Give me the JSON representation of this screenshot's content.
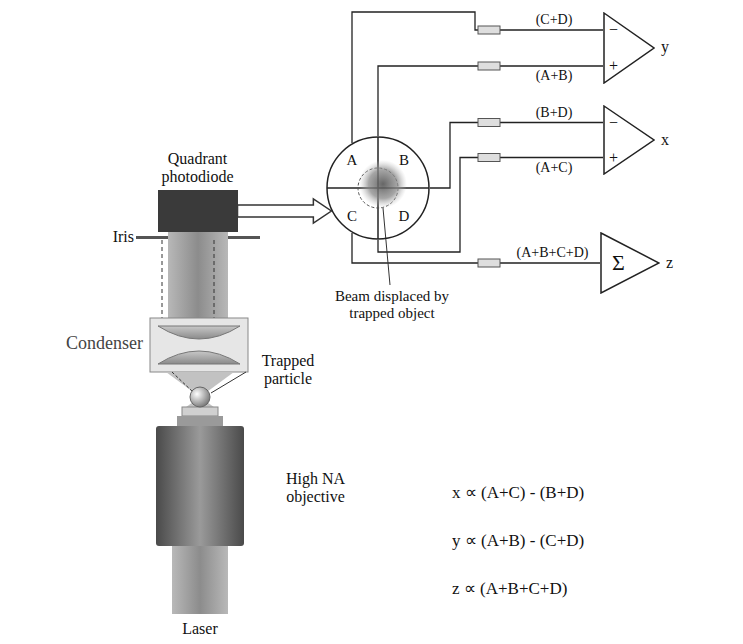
{
  "diagram": {
    "nodes": [
      {
        "text": [
          "Quadrant photodiode"
        ]
      },
      {
        "text": [
          "A",
          "B",
          "C",
          "D"
        ]
      },
      {
        "text": [
          "−",
          "+"
        ]
      },
      {
        "text": [
          "−",
          "+"
        ]
      },
      {
        "text": [
          "Σ"
        ]
      }
    ],
    "edges": [
      {
        "from": 0,
        "to": 1,
        "arrow": "to"
      },
      {
        "from": 1,
        "to": 2,
        "label": "(C+D)",
        "arrow": "none"
      },
      {
        "from": 1,
        "to": 2,
        "label": "(A+B)",
        "arrow": "none"
      },
      {
        "from": 1,
        "to": 3,
        "label": "(B+D)",
        "arrow": "none"
      },
      {
        "from": 1,
        "to": 3,
        "label": "(A+C)",
        "arrow": "none"
      },
      {
        "from": 1,
        "to": 4,
        "label": "(A+B+C+D)",
        "arrow": "none"
      }
    ],
    "labels": [
      "Iris",
      "Condenser",
      "Trapped particle",
      "High NA objective",
      "Laser",
      "Beam displaced by trapped object",
      "y",
      "x",
      "z",
      "x ∝ (A+C) - (B+D)",
      "y ∝ (A+B) - (C+D)",
      "z ∝ (A+B+C+D)"
    ]
  }
}
